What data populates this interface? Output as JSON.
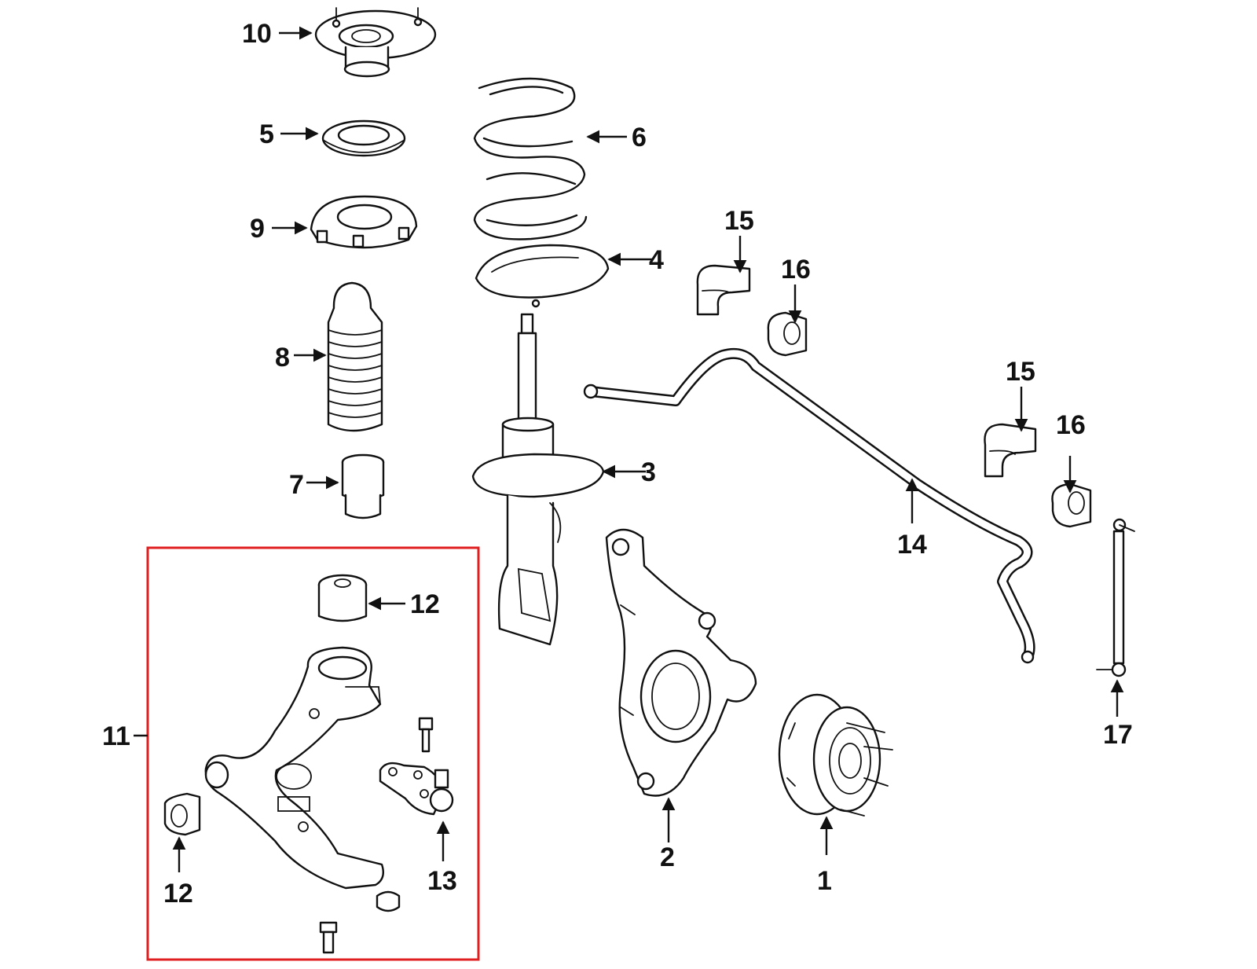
{
  "labels": {
    "l1": "1",
    "l2": "2",
    "l3": "3",
    "l4": "4",
    "l5": "5",
    "l6": "6",
    "l7": "7",
    "l8": "8",
    "l9": "9",
    "l10": "10",
    "l11": "11",
    "l12a": "12",
    "l12b": "12",
    "l13": "13",
    "l14": "14",
    "l15a": "15",
    "l15b": "15",
    "l16a": "16",
    "l16b": "16",
    "l17": "17"
  },
  "colors": {
    "line": "#111111",
    "highlight_box": "#e02020",
    "background": "#ffffff"
  }
}
